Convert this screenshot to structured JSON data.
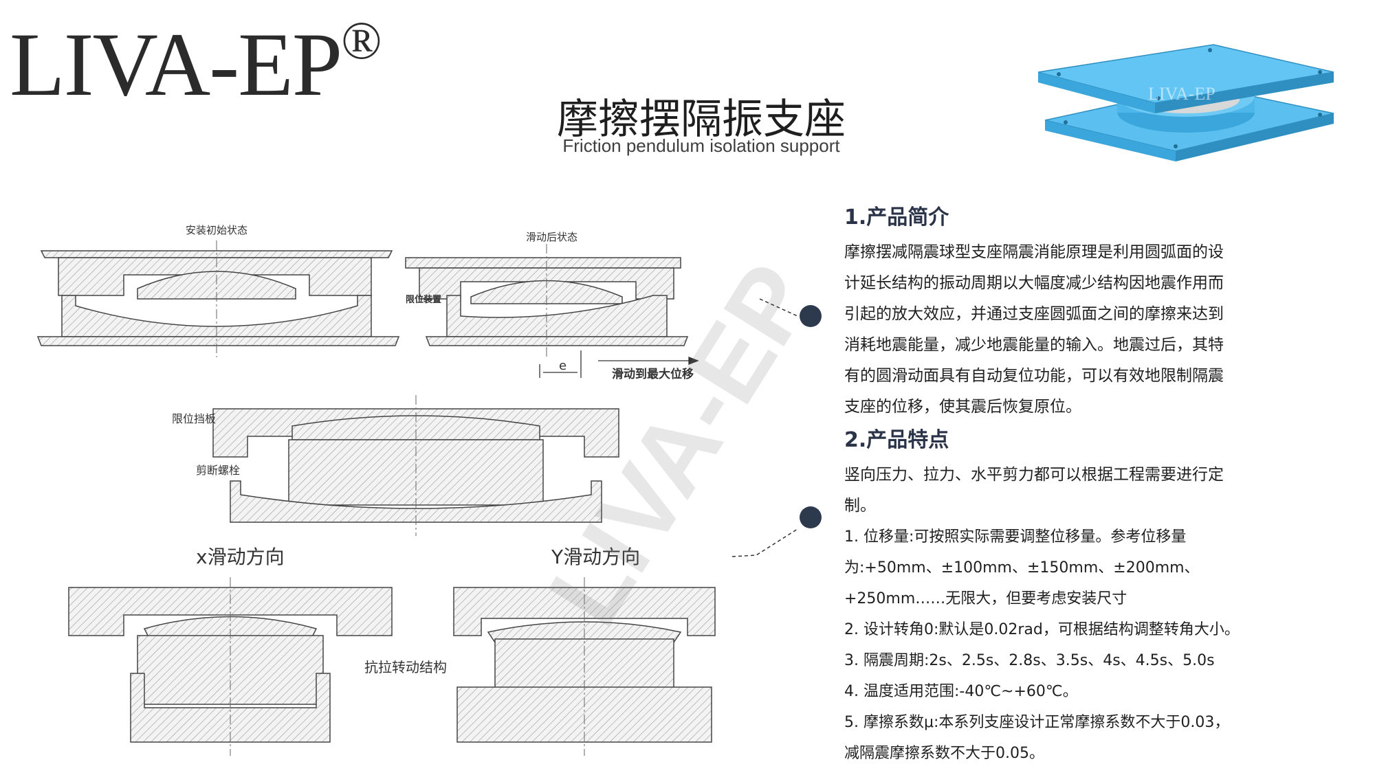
{
  "brand": {
    "logo_text": "LIVA-EP",
    "logo_mark": "®"
  },
  "header": {
    "title": "摩擦摆隔振支座",
    "subtitle": "Friction pendulum isolation support"
  },
  "product_image": {
    "watermark": "LIVA-EP"
  },
  "watermark": "LIVA-EP",
  "drawings": {
    "state_install": "安装初始状态",
    "state_slide": "滑动后状态",
    "limit_device": "限位装置",
    "e_label": "e",
    "slide_max": "滑动到最大位移",
    "limit_plate": "限位挡板",
    "shear_bolt": "剪断螺栓",
    "x_dir": "x滑动方向",
    "y_dir": "Y滑动方向",
    "tension_struct": "抗拉转动结构"
  },
  "section1": {
    "heading": "1.产品简介",
    "lines": [
      "摩擦摆减隔震球型支座隔震消能原理是利用圆弧面的设",
      "计延长结构的振动周期以大幅度减少结构因地震作用而",
      "引起的放大效应，并通过支座圆弧面之间的摩擦来达到",
      "消耗地震能量，减少地震能量的输入。地震过后，其特",
      "有的圆滑动面具有自动复位功能，可以有效地限制隔震",
      "支座的位移，使其震后恢复原位。"
    ]
  },
  "section2": {
    "heading": "2.产品特点",
    "intro_lines": [
      "竖向压力、拉力、水平剪力都可以根据工程需要进行定",
      "制。"
    ],
    "items": [
      "1. 位移量:可按照实际需要调整位移量。参考位移量",
      "为:+50mm、±100mm、±150mm、±200mm、",
      "+250mm……无限大，但要考虑安装尺寸",
      "2. 设计转角0:默认是0.02rad，可根据结构调整转角大小。",
      "3. 隔震周期:2s、2.5s、2.8s、3.5s、4s、4.5s、5.0s",
      "4. 温度适用范围:-40℃~+60℃。",
      "5. 摩擦系数μ:本系列支座设计正常摩擦系数不大于0.03，",
      "减隔震摩擦系数不大于0.05。"
    ]
  },
  "colors": {
    "accent_dot": "#2d3a4e",
    "iso_blue": "#5bc0f0",
    "hatch": "#8a8a8a"
  }
}
